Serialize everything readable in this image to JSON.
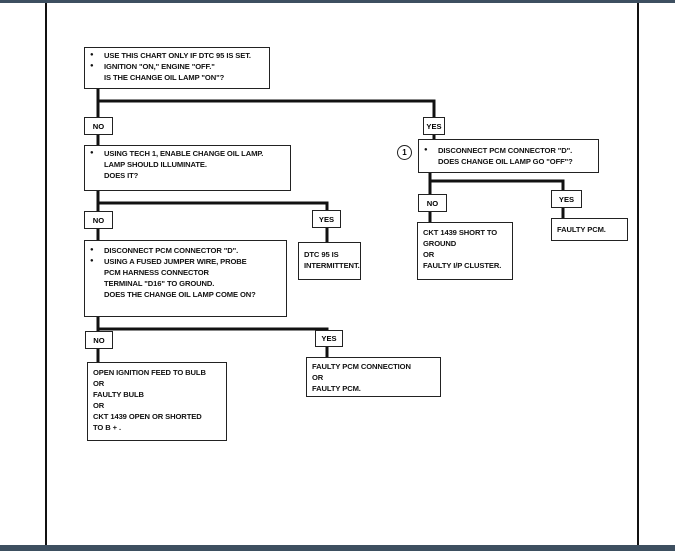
{
  "flowchart": {
    "start": {
      "bullets": [
        "USE THIS CHART ONLY IF DTC 95 IS SET.",
        "IGNITION \"ON,\" ENGINE \"OFF.\""
      ],
      "question": "IS THE CHANGE OIL LAMP \"ON\"?"
    },
    "labels": {
      "no": "NO",
      "yes": "YES"
    },
    "tech1": {
      "bullets": [
        "USING TECH 1, ENABLE CHANGE OIL LAMP."
      ],
      "lines": [
        "LAMP SHOULD ILLUMINATE.",
        "DOES IT?"
      ]
    },
    "step1_marker": "1",
    "disconnect": {
      "bullets": [
        "DISCONNECT PCM CONNECTOR \"D\"."
      ],
      "lines": [
        "DOES CHANGE OIL LAMP GO \"OFF\"?"
      ]
    },
    "ckt_short": [
      "CKT 1439 SHORT TO",
      "GROUND",
      "OR",
      "FAULTY I/P CLUSTER."
    ],
    "faulty_pcm": "FAULTY PCM.",
    "dtc_intermittent": [
      "DTC 95 IS",
      "INTERMITTENT."
    ],
    "probe": {
      "bullets": [
        "DISCONNECT PCM CONNECTOR \"D\".",
        "USING A FUSED JUMPER WIRE, PROBE"
      ],
      "lines": [
        "PCM HARNESS CONNECTOR",
        "TERMINAL \"D16\" TO GROUND.",
        "DOES THE CHANGE OIL LAMP COME ON?"
      ]
    },
    "open_ignition": [
      "OPEN IGNITION FEED TO BULB",
      "OR",
      "FAULTY BULB",
      "OR",
      "CKT 1439 OPEN OR SHORTED",
      "TO B + ."
    ],
    "faulty_conn": [
      "FAULTY PCM CONNECTION",
      "OR",
      "FAULTY PCM."
    ]
  }
}
